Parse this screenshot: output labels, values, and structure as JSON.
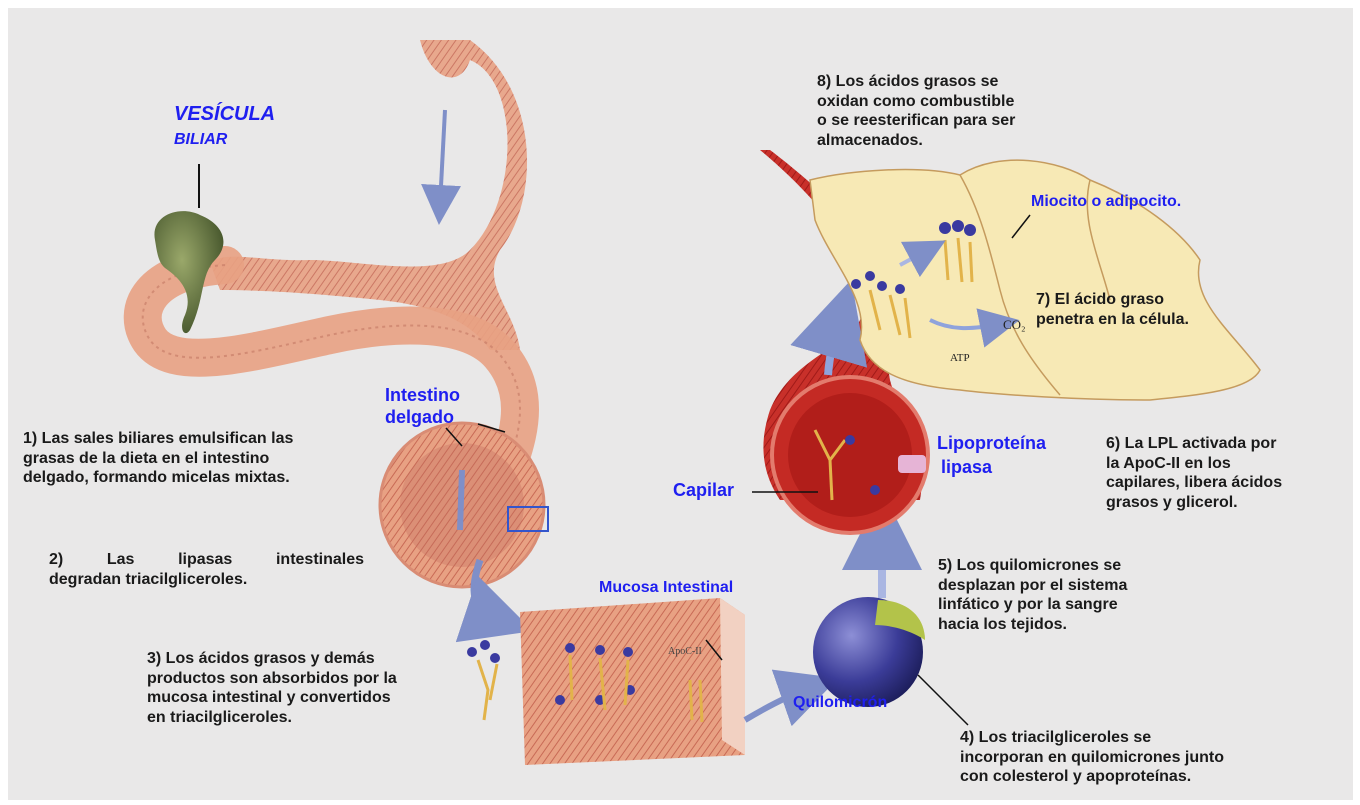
{
  "labels": {
    "vesicula": "VESÍCULA",
    "biliar": "BILIAR",
    "intestino_line1": "Intestino",
    "intestino_line2": "delgado",
    "capilar": "Capilar",
    "lipoproteina_line1": "Lipoproteína",
    "lipoproteina_line2": "lipasa",
    "mucosa": "Mucosa Intestinal",
    "quilomicron": "Quilomicrón",
    "miocito": "Miocito o adipocito.",
    "apoc_in_image": "ApoC-II",
    "co2": "CO₂",
    "atp": "ATP"
  },
  "steps": {
    "s1": [
      "1) Las sales biliares emulsifican las",
      "grasas de la dieta en el intestino",
      "delgado, formando micelas mixtas."
    ],
    "s2": [
      "2) Las lipasas intestinales",
      "degradan triacilgliceroles."
    ],
    "s3": [
      "3) Los ácidos grasos y demás",
      "productos son absorbidos por la",
      "mucosa intestinal y convertidos",
      "en triacilgliceroles."
    ],
    "s4": [
      "4) Los triacilgliceroles se",
      "incorporan en quilomicrones junto",
      "con colesterol y apoproteínas."
    ],
    "s5": [
      "5) Los quilomicrones se",
      "desplazan por el sistema",
      "linfático y por la sangre",
      "hacia los tejidos."
    ],
    "s6": [
      "6) La LPL activada por",
      "la ApoC-II en los",
      "capilares, libera ácidos",
      "grasos y glicerol."
    ],
    "s7": [
      "7) El ácido graso",
      "penetra en la célula."
    ],
    "s8": [
      "8) Los ácidos grasos se",
      "oxidan como combustible",
      "o se reesterifican para ser",
      "almacenados."
    ]
  },
  "colors": {
    "background": "#e9e8e8",
    "tissue": "#e8a183",
    "blood": "#c42a24",
    "cell": "#f7e9b5",
    "label_blue": "#1f1ff0",
    "label_dark": "#1a1a1a"
  }
}
